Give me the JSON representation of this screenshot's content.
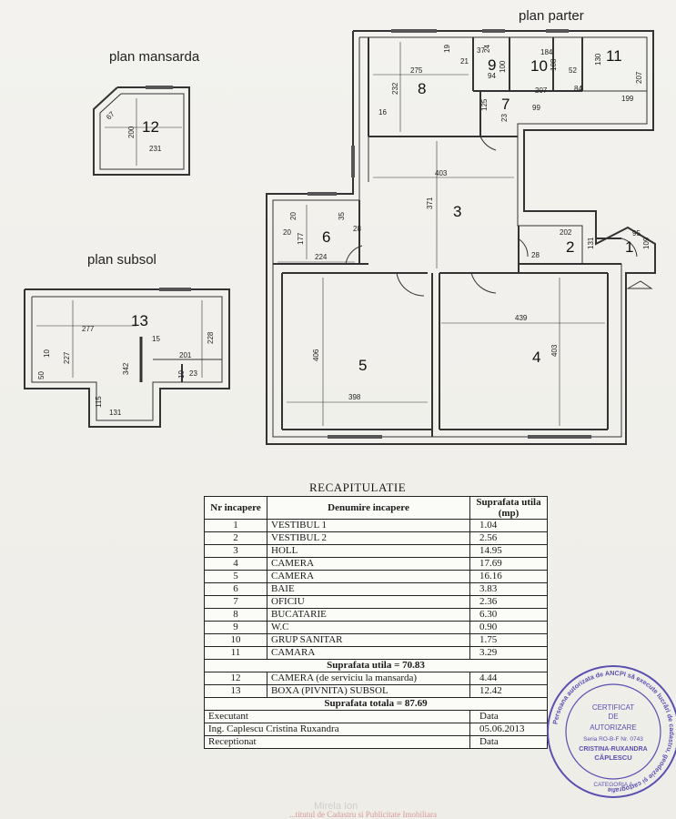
{
  "titles": {
    "mansarda": "plan mansarda",
    "subsol": "plan subsol",
    "parter": "plan parter"
  },
  "rooms": {
    "r1": "1",
    "r2": "2",
    "r3": "3",
    "r4": "4",
    "r5": "5",
    "r6": "6",
    "r7": "7",
    "r8": "8",
    "r9": "9",
    "r10": "10",
    "r11": "11",
    "r12": "12",
    "r13": "13"
  },
  "dims": {
    "d403_3": "403",
    "d371": "371",
    "d439": "439",
    "d403_4": "403",
    "d406": "406",
    "d398": "398",
    "d224": "224",
    "d177": "177",
    "d20a": "20",
    "d20b": "20",
    "d35": "35",
    "d28a": "28",
    "d202": "202",
    "d131": "131",
    "d28b": "28",
    "d95": "95",
    "d109": "109",
    "d275": "275",
    "d232": "232",
    "d16": "16",
    "d19": "19",
    "d21": "21",
    "d37": "37",
    "d24": "24",
    "d94": "94",
    "d100": "100",
    "d184": "184",
    "d108": "108",
    "d52": "52",
    "d130": "130",
    "d207a": "207",
    "d207b": "207",
    "d84": "84",
    "d199": "199",
    "d125": "125",
    "d23": "23",
    "d99": "99",
    "d67": "67",
    "d200": "200",
    "d231": "231",
    "d277": "277",
    "d227": "227",
    "d228": "228",
    "d342": "342",
    "d201": "201",
    "d15": "15",
    "d10a": "10",
    "d50": "50",
    "d10b": "10",
    "d23b": "23",
    "d115": "115",
    "d131b": "131"
  },
  "recap": {
    "title": "RECAPITULATIE",
    "head_nr": "Nr incapere",
    "head_name": "Denumire incapere",
    "head_area": "Suprafata utila (mp)",
    "rows": [
      {
        "nr": "1",
        "name": "VESTIBUL 1",
        "area": "1.04"
      },
      {
        "nr": "2",
        "name": "VESTIBUL 2",
        "area": "2.56"
      },
      {
        "nr": "3",
        "name": "HOLL",
        "area": "14.95"
      },
      {
        "nr": "4",
        "name": "CAMERA",
        "area": "17.69"
      },
      {
        "nr": "5",
        "name": "CAMERA",
        "area": "16.16"
      },
      {
        "nr": "6",
        "name": "BAIE",
        "area": "3.83"
      },
      {
        "nr": "7",
        "name": "OFICIU",
        "area": "2.36"
      },
      {
        "nr": "8",
        "name": "BUCATARIE",
        "area": "6.30"
      },
      {
        "nr": "9",
        "name": "W.C",
        "area": "0.90"
      },
      {
        "nr": "10",
        "name": "GRUP SANITAR",
        "area": "1.75"
      },
      {
        "nr": "11",
        "name": "CAMARA",
        "area": "3.29"
      }
    ],
    "subtotal": "Suprafata utila = 70.83",
    "rows2": [
      {
        "nr": "12",
        "name": "CAMERA (de serviciu la mansarda)",
        "area": "4.44"
      },
      {
        "nr": "13",
        "name": "BOXA (PIVNITA) SUBSOL",
        "area": "12.42"
      }
    ],
    "total": "Suprafata totala = 87.69",
    "executant_label": "Executant",
    "executant_data_label": "Data",
    "executant_name": "Ing. Caplescu Cristina Ruxandra",
    "executant_date": "05.06.2013",
    "receptionat_label": "Receptionat",
    "receptionat_data_label": "Data"
  },
  "stamp": {
    "line1": "CERTIFICAT",
    "line2": "DE",
    "line3": "AUTORIZARE",
    "line4": "Seria RO-B-F Nr. 0743",
    "line5": "CRISTINA-RUXANDRA",
    "line6": "CĂPLESCU",
    "line7": "CATEGORIA A",
    "ring": "Persoana autorizata de ANCPI să execute lucrări de cadastru, geodezie și cartografie",
    "color": "#5b4fb0"
  },
  "watermark": "Mirela Ion",
  "footer_red": "...titutul de Cadastru si Publicitate Imobiliara"
}
